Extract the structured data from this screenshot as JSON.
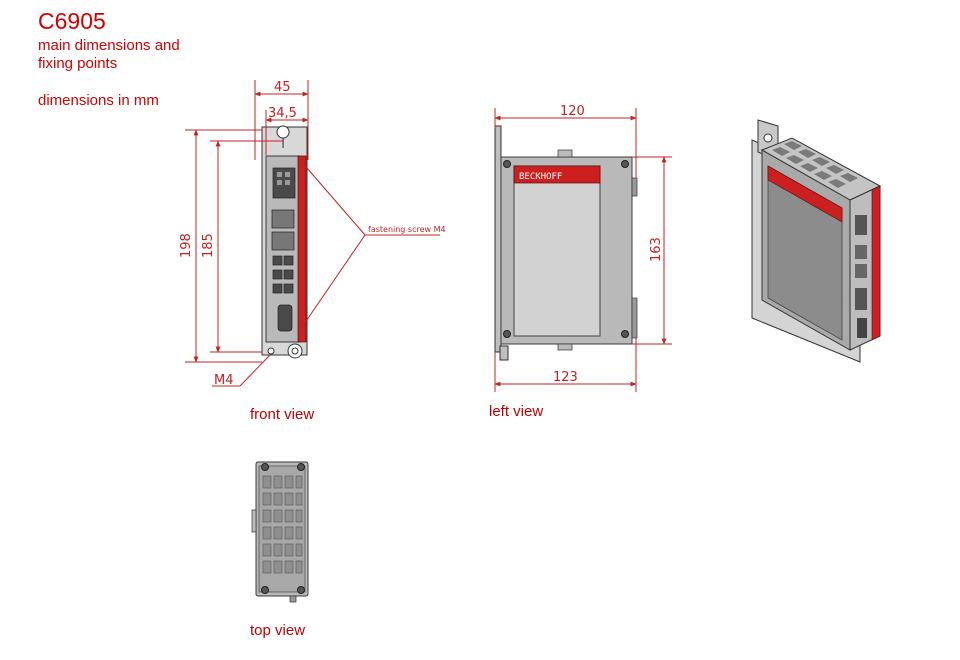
{
  "header": {
    "title": "C6905",
    "subtitle_line1": "main dimensions and",
    "subtitle_line2": "fixing points",
    "units": "dimensions in mm"
  },
  "captions": {
    "front": "front view",
    "left": "left view",
    "top": "top view"
  },
  "front_dims": {
    "width": "45",
    "inner_width": "34,5",
    "height": "198",
    "inner_height": "185",
    "screw_label": "fastening screw M4",
    "mount_label": "M4"
  },
  "left_dims": {
    "depth": "120",
    "depth_total": "123",
    "height": "163"
  },
  "brand": "BECKHOFF",
  "colors": {
    "accent": "#cc1f1f",
    "dimension": "#c62020",
    "housing": "#b9b9b9"
  }
}
